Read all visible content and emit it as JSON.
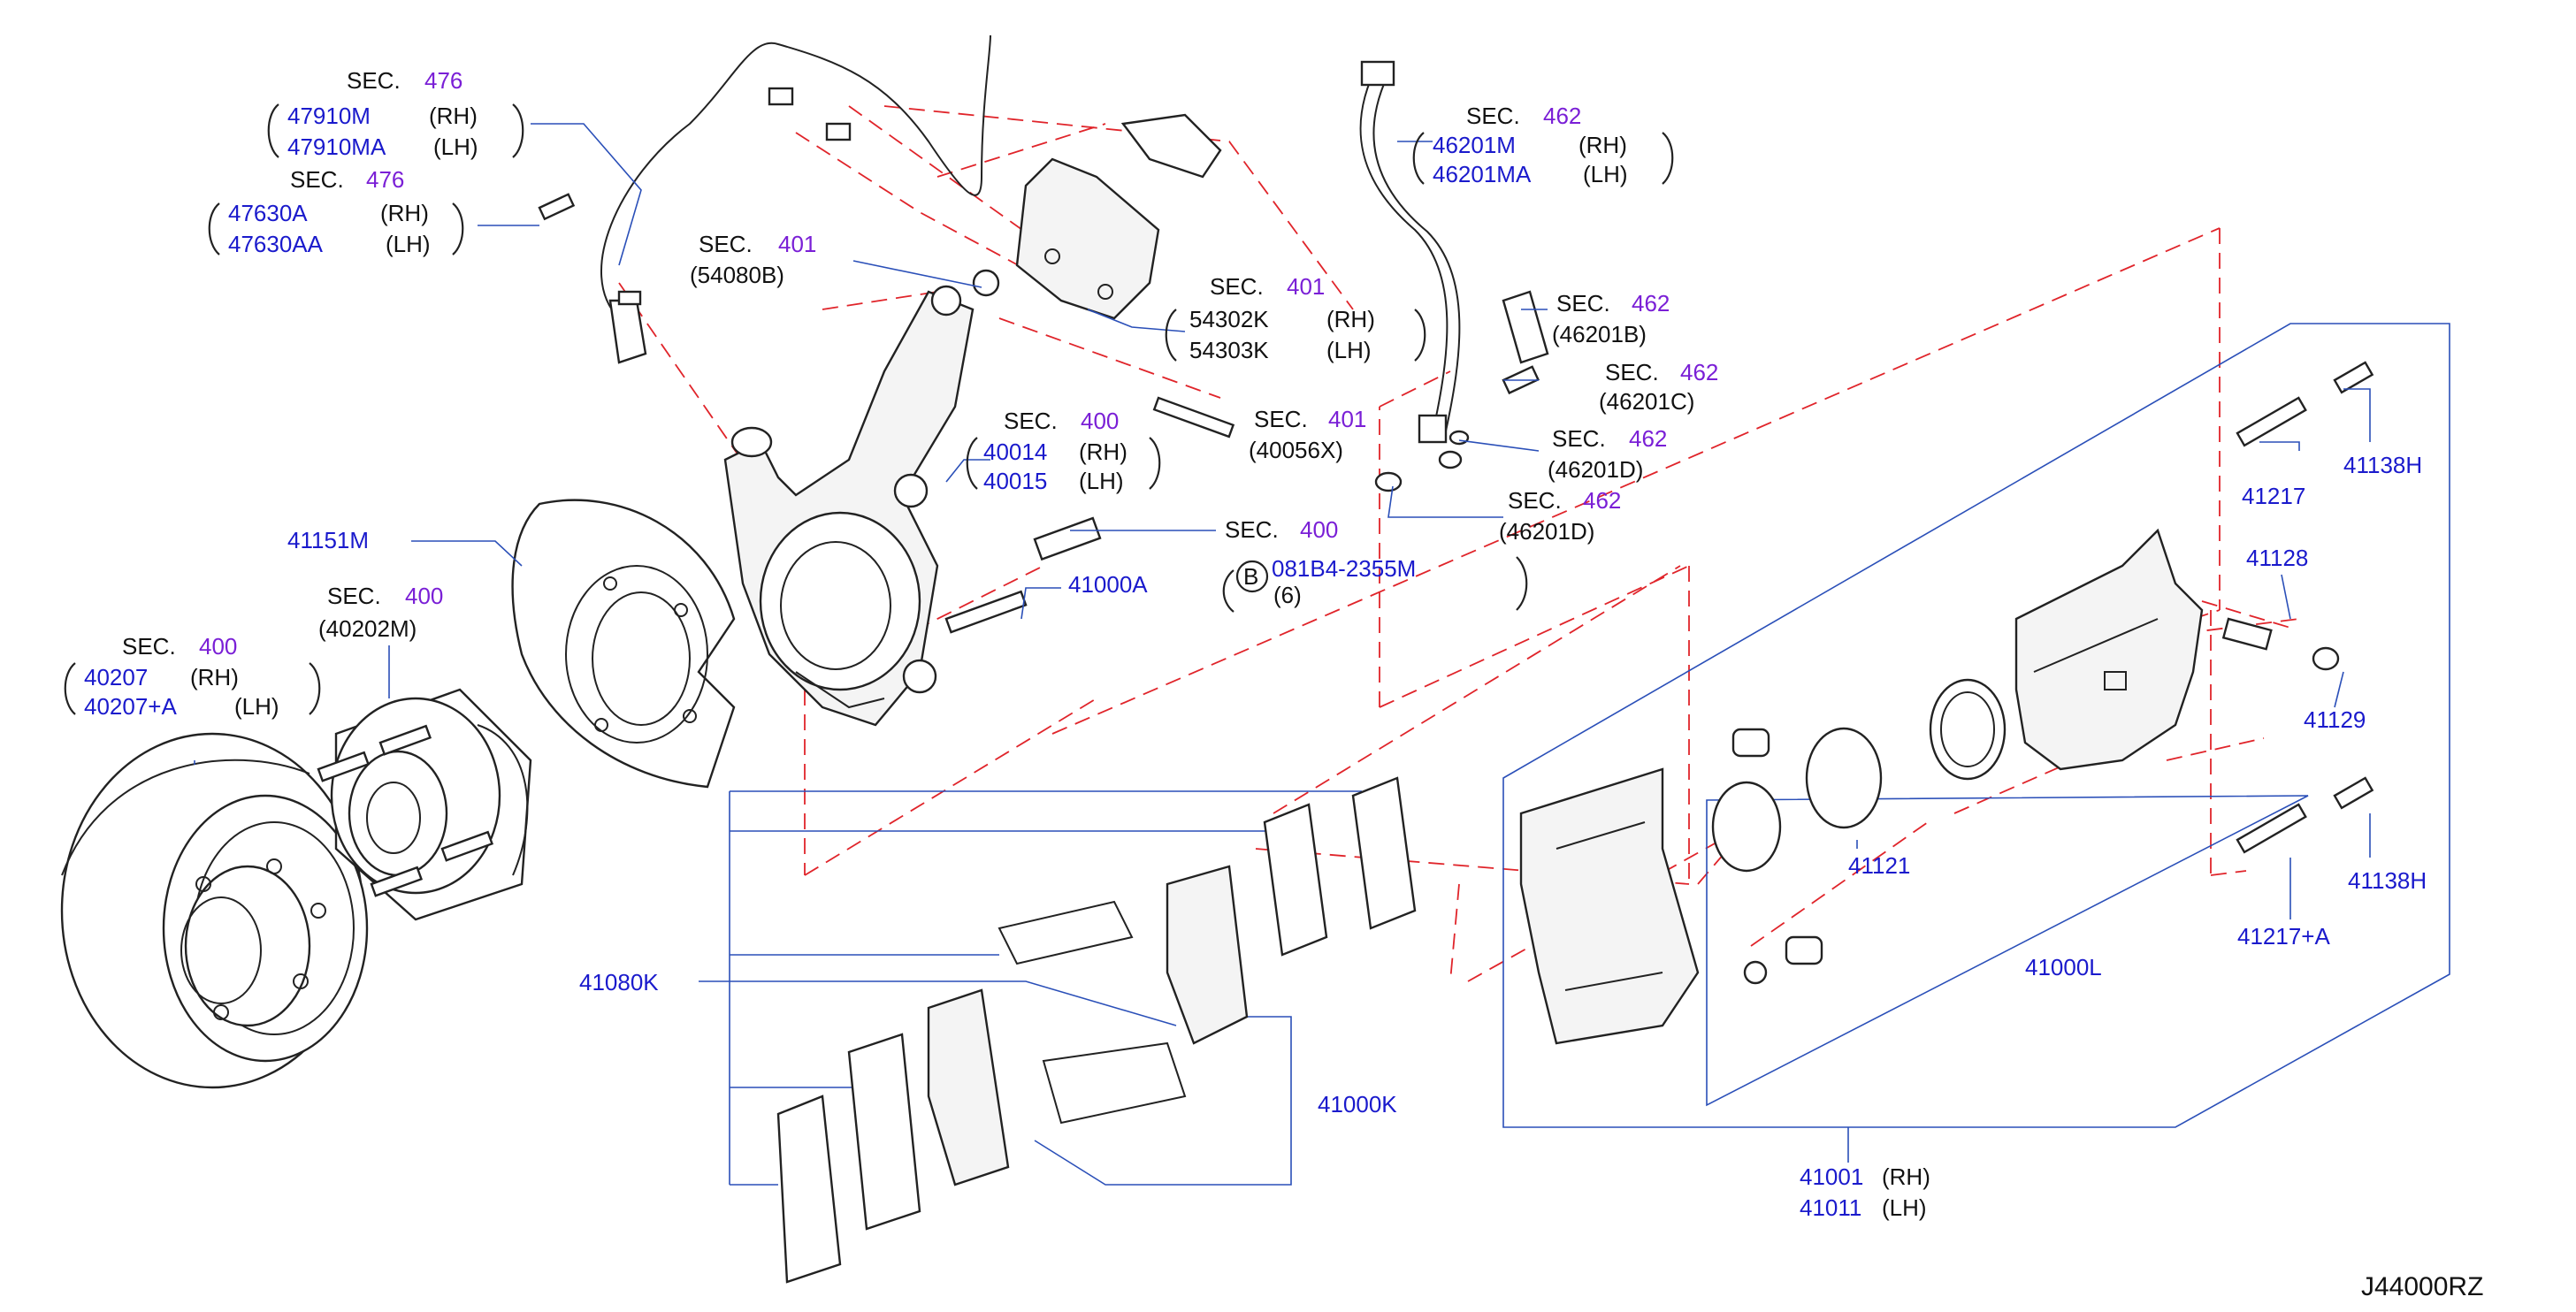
{
  "diagram_code": "J44000RZ",
  "sec_word": "SEC.",
  "labels": {
    "sensor_sec": "476",
    "sensor_rh": "47910M",
    "sensor_lh": "47910MA",
    "bolt_sec": "476",
    "bolt_rh": "47630A",
    "bolt_lh": "47630AA",
    "nut_sec": "401",
    "nut_pn": "(54080B)",
    "bracket_sec": "401",
    "bracket_rh": "54302K",
    "bracket_lh": "54303K",
    "hose_sec": "462",
    "hose_rh": "46201M",
    "hose_lh": "46201MA",
    "clip_sec": "462",
    "clip_pn": "(46201B)",
    "union_sec": "462",
    "union_pn": "(46201C)",
    "gasket_sec": "462",
    "gasket_pn": "(46201D)",
    "gasket2_sec": "462",
    "gasket2_pn": "(46201D)",
    "bolt2_sec": "401",
    "bolt2_pn": "(40056X)",
    "knuckle_sec": "400",
    "knuckle_rh": "40014",
    "knuckle_lh": "40015",
    "bolt3_sec": "400",
    "bolt3_b": "B",
    "bolt3_pn": "081B4-2355M",
    "bolt3_qty": "(6)",
    "bolt4_pn": "41000A",
    "plate_pn": "41151M",
    "hub_sec": "400",
    "hub_pn": "(40202M)",
    "rotor_sec": "400",
    "rotor_rh": "40207",
    "rotor_lh": "40207+A",
    "pad_kit": "41080K",
    "pad_set": "41000K",
    "pin1": "41217",
    "pin1_bolt": "41138H",
    "bleeder": "41128",
    "bleeder_cap": "41129",
    "piston_seal": "41121",
    "caliper_kit": "41000L",
    "pin2": "41217+A",
    "pin2_bolt": "41138H",
    "caliper_rh": "41001",
    "caliper_lh": "41011",
    "rh": "(RH)",
    "lh": "(LH)"
  }
}
